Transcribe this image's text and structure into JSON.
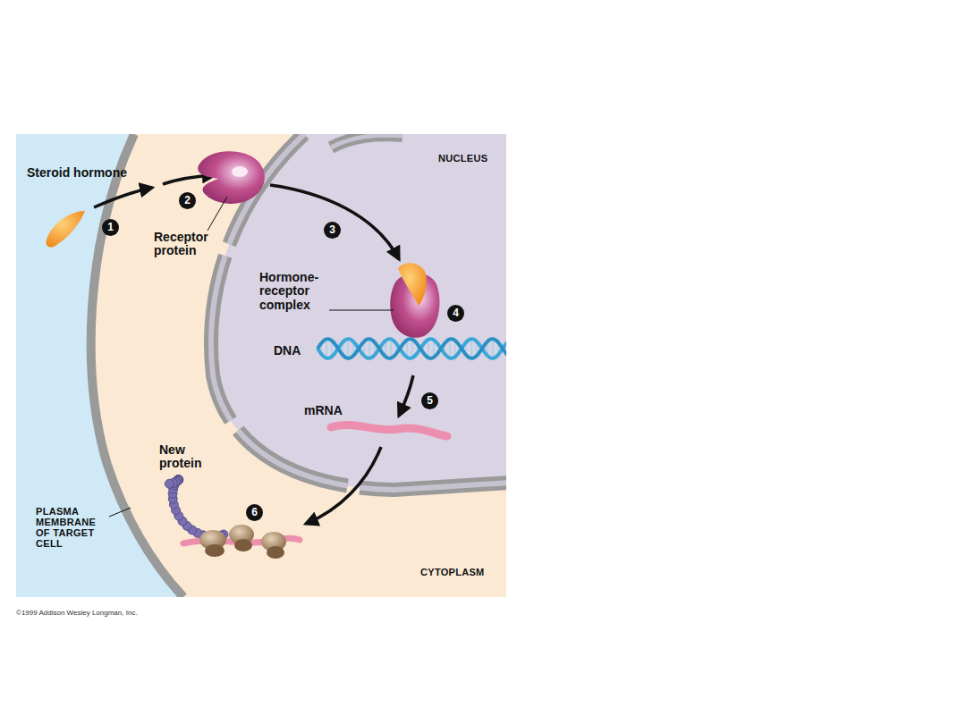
{
  "diagram": {
    "labels": [
      "Steroid hormone",
      "1",
      "2",
      "Receptor protein",
      "3",
      "NUCLEUS",
      "Hormone-receptor complex",
      "4",
      "DNA",
      "5",
      "mRNA",
      "New protein",
      "6",
      "PLASMA MEMBRANE OF TARGET CELL",
      "CYTOPLASM",
      "©1999 Addison Wesley Longman, Inc."
    ]
  }
}
